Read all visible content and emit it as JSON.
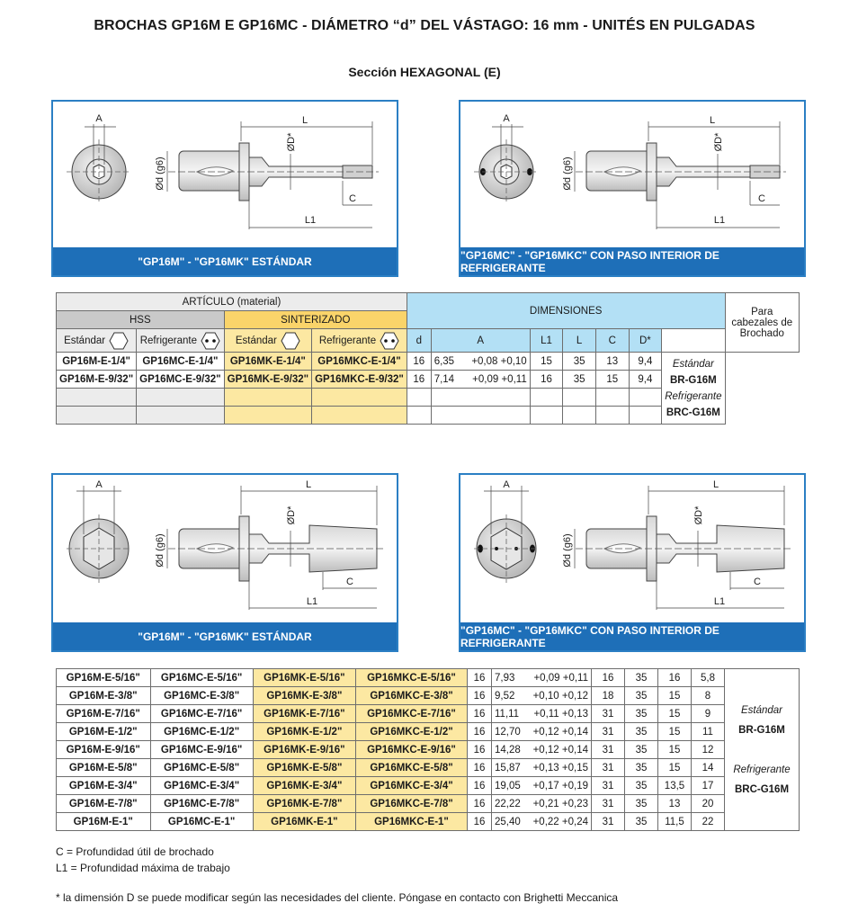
{
  "header": {
    "title": "BROCHAS GP16M E GP16MC - DIÁMETRO “d” DEL VÁSTAGO: 16 mm - UNITÉS EN PULGADAS",
    "subtitle": "Sección HEXAGONAL (E)"
  },
  "panels": {
    "p1": {
      "caption": "\"GP16M\" - \"GP16MK\" ESTÁNDAR"
    },
    "p2": {
      "caption": "\"GP16MC\" - \"GP16MKC\" CON PASO INTERIOR DE REFRIGERANTE"
    },
    "p3": {
      "caption": "\"GP16M\" - \"GP16MK\" ESTÁNDAR"
    },
    "p4": {
      "caption": "\"GP16MC\" - \"GP16MKC\" CON PASO INTERIOR DE REFRIGERANTE"
    },
    "labels": {
      "A": "A",
      "L": "L",
      "L1": "L1",
      "C": "C",
      "D": "ØD*",
      "d": "Ød (g6)"
    }
  },
  "table1": {
    "articulo": "ARTÍCULO (material)",
    "hss": "HSS",
    "sint": "SINTERIZADO",
    "dims": "DIMENSIONES",
    "para": "Para cabezales de Brochado",
    "std": "Estándar",
    "ref": "Refrigerante",
    "cols": {
      "d": "d",
      "A": "A",
      "L1": "L1",
      "L": "L",
      "C": "C",
      "D": "D*"
    },
    "rows": [
      {
        "m": "GP16M-E-1/4\"",
        "mc": "GP16MC-E-1/4\"",
        "mk": "GP16MK-E-1/4\"",
        "mkc": "GP16MKC-E-1/4\"",
        "d": "16",
        "a": "6,35",
        "tol": "+0,08 +0,10",
        "l1": "15",
        "l": "35",
        "c": "13",
        "dd": "9,4"
      },
      {
        "m": "GP16M-E-9/32\"",
        "mc": "GP16MC-E-9/32\"",
        "mk": "GP16MK-E-9/32\"",
        "mkc": "GP16MKC-E-9/32\"",
        "d": "16",
        "a": "7,14",
        "tol": "+0,09 +0,11",
        "l1": "16",
        "l": "35",
        "c": "15",
        "dd": "9,4"
      }
    ],
    "side": {
      "std": "Estándar",
      "std_code": "BR-G16M",
      "ref": "Refrigerante",
      "ref_code": "BRC-G16M"
    }
  },
  "table2": {
    "rows": [
      {
        "m": "GP16M-E-5/16\"",
        "mc": "GP16MC-E-5/16\"",
        "mk": "GP16MK-E-5/16\"",
        "mkc": "GP16MKC-E-5/16\"",
        "d": "16",
        "a": "7,93",
        "tol": "+0,09 +0,11",
        "l1": "16",
        "l": "35",
        "c": "16",
        "dd": "5,8"
      },
      {
        "m": "GP16M-E-3/8\"",
        "mc": "GP16MC-E-3/8\"",
        "mk": "GP16MK-E-3/8\"",
        "mkc": "GP16MKC-E-3/8\"",
        "d": "16",
        "a": "9,52",
        "tol": "+0,10 +0,12",
        "l1": "18",
        "l": "35",
        "c": "15",
        "dd": "8"
      },
      {
        "m": "GP16M-E-7/16\"",
        "mc": "GP16MC-E-7/16\"",
        "mk": "GP16MK-E-7/16\"",
        "mkc": "GP16MKC-E-7/16\"",
        "d": "16",
        "a": "11,11",
        "tol": "+0,11 +0,13",
        "l1": "31",
        "l": "35",
        "c": "15",
        "dd": "9"
      },
      {
        "m": "GP16M-E-1/2\"",
        "mc": "GP16MC-E-1/2\"",
        "mk": "GP16MK-E-1/2\"",
        "mkc": "GP16MKC-E-1/2\"",
        "d": "16",
        "a": "12,70",
        "tol": "+0,12 +0,14",
        "l1": "31",
        "l": "35",
        "c": "15",
        "dd": "11"
      },
      {
        "m": "GP16M-E-9/16\"",
        "mc": "GP16MC-E-9/16\"",
        "mk": "GP16MK-E-9/16\"",
        "mkc": "GP16MKC-E-9/16\"",
        "d": "16",
        "a": "14,28",
        "tol": "+0,12 +0,14",
        "l1": "31",
        "l": "35",
        "c": "15",
        "dd": "12"
      },
      {
        "m": "GP16M-E-5/8\"",
        "mc": "GP16MC-E-5/8\"",
        "mk": "GP16MK-E-5/8\"",
        "mkc": "GP16MKC-E-5/8\"",
        "d": "16",
        "a": "15,87",
        "tol": "+0,13 +0,15",
        "l1": "31",
        "l": "35",
        "c": "15",
        "dd": "14"
      },
      {
        "m": "GP16M-E-3/4\"",
        "mc": "GP16MC-E-3/4\"",
        "mk": "GP16MK-E-3/4\"",
        "mkc": "GP16MKC-E-3/4\"",
        "d": "16",
        "a": "19,05",
        "tol": "+0,17 +0,19",
        "l1": "31",
        "l": "35",
        "c": "13,5",
        "dd": "17"
      },
      {
        "m": "GP16M-E-7/8\"",
        "mc": "GP16MC-E-7/8\"",
        "mk": "GP16MK-E-7/8\"",
        "mkc": "GP16MKC-E-7/8\"",
        "d": "16",
        "a": "22,22",
        "tol": "+0,21 +0,23",
        "l1": "31",
        "l": "35",
        "c": "13",
        "dd": "20"
      },
      {
        "m": "GP16M-E-1\"",
        "mc": "GP16MC-E-1\"",
        "mk": "GP16MK-E-1\"",
        "mkc": "GP16MKC-E-1\"",
        "d": "16",
        "a": "25,40",
        "tol": "+0,22 +0,24",
        "l1": "31",
        "l": "35",
        "c": "11,5",
        "dd": "22"
      }
    ],
    "side": {
      "std": "Estándar",
      "std_code": "BR-G16M",
      "ref": "Refrigerante",
      "ref_code": "BRC-G16M"
    }
  },
  "notes": {
    "n1": "C = Profundidad útil de brochado",
    "n2": "L1 = Profundidad máxima de trabajo",
    "n3": "* la dimensión D se puede modificar según las necesidades del cliente. Póngase en contacto con Brighetti Meccanica"
  }
}
